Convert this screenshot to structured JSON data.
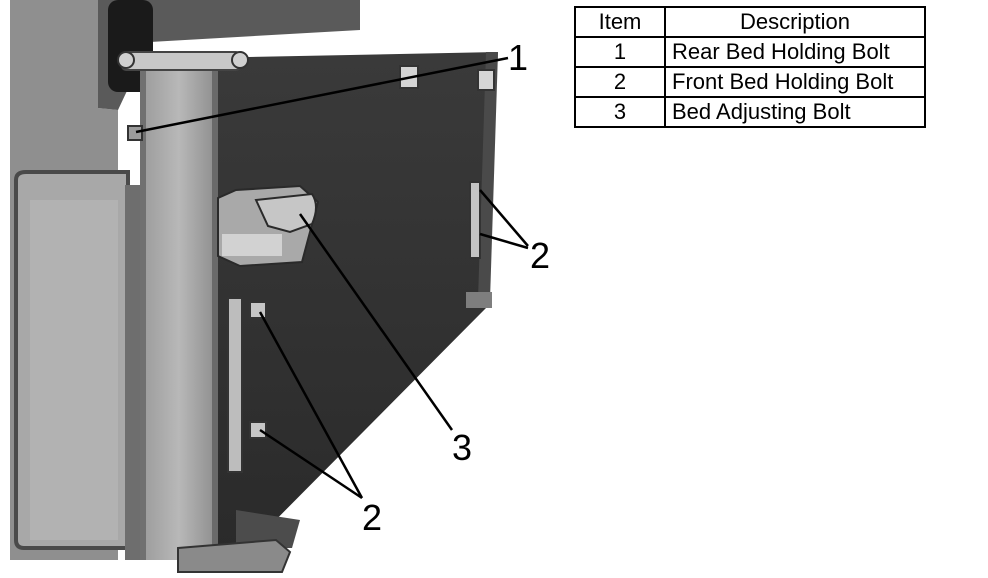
{
  "legend": {
    "headers": {
      "item": "Item",
      "description": "Description"
    },
    "rows": [
      {
        "item": "1",
        "description": "Rear Bed Holding Bolt"
      },
      {
        "item": "2",
        "description": "Front Bed Holding Bolt"
      },
      {
        "item": "3",
        "description": "Bed Adjusting Bolt"
      }
    ]
  },
  "callouts": {
    "rear_bolt": "1",
    "front_bolt_right": "2",
    "adjusting_bolt": "3",
    "front_bolts_left": "2"
  },
  "colors": {
    "ink": "#000000",
    "background": "#ffffff"
  }
}
